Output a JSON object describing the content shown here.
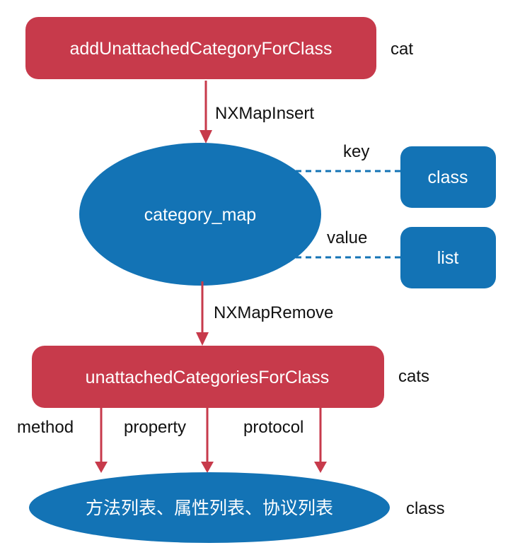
{
  "colors": {
    "red": "#C73A4B",
    "blue": "#1373B5",
    "text": "#111111"
  },
  "nodes": {
    "add_unattached": {
      "label": "addUnattachedCategoryForClass",
      "note": "cat"
    },
    "category_map": {
      "label": "category_map"
    },
    "key_box": {
      "label": "class",
      "edge_label": "key"
    },
    "value_box": {
      "label": "list",
      "edge_label": "value"
    },
    "unattached_for_class": {
      "label": "unattachedCategoriesForClass",
      "note": "cats"
    },
    "class_lists": {
      "label": "方法列表、属性列表、协议列表",
      "note": "class"
    }
  },
  "edges": {
    "insert": "NXMapInsert",
    "remove": "NXMapRemove",
    "method": "method",
    "property": "property",
    "protocol": "protocol"
  }
}
